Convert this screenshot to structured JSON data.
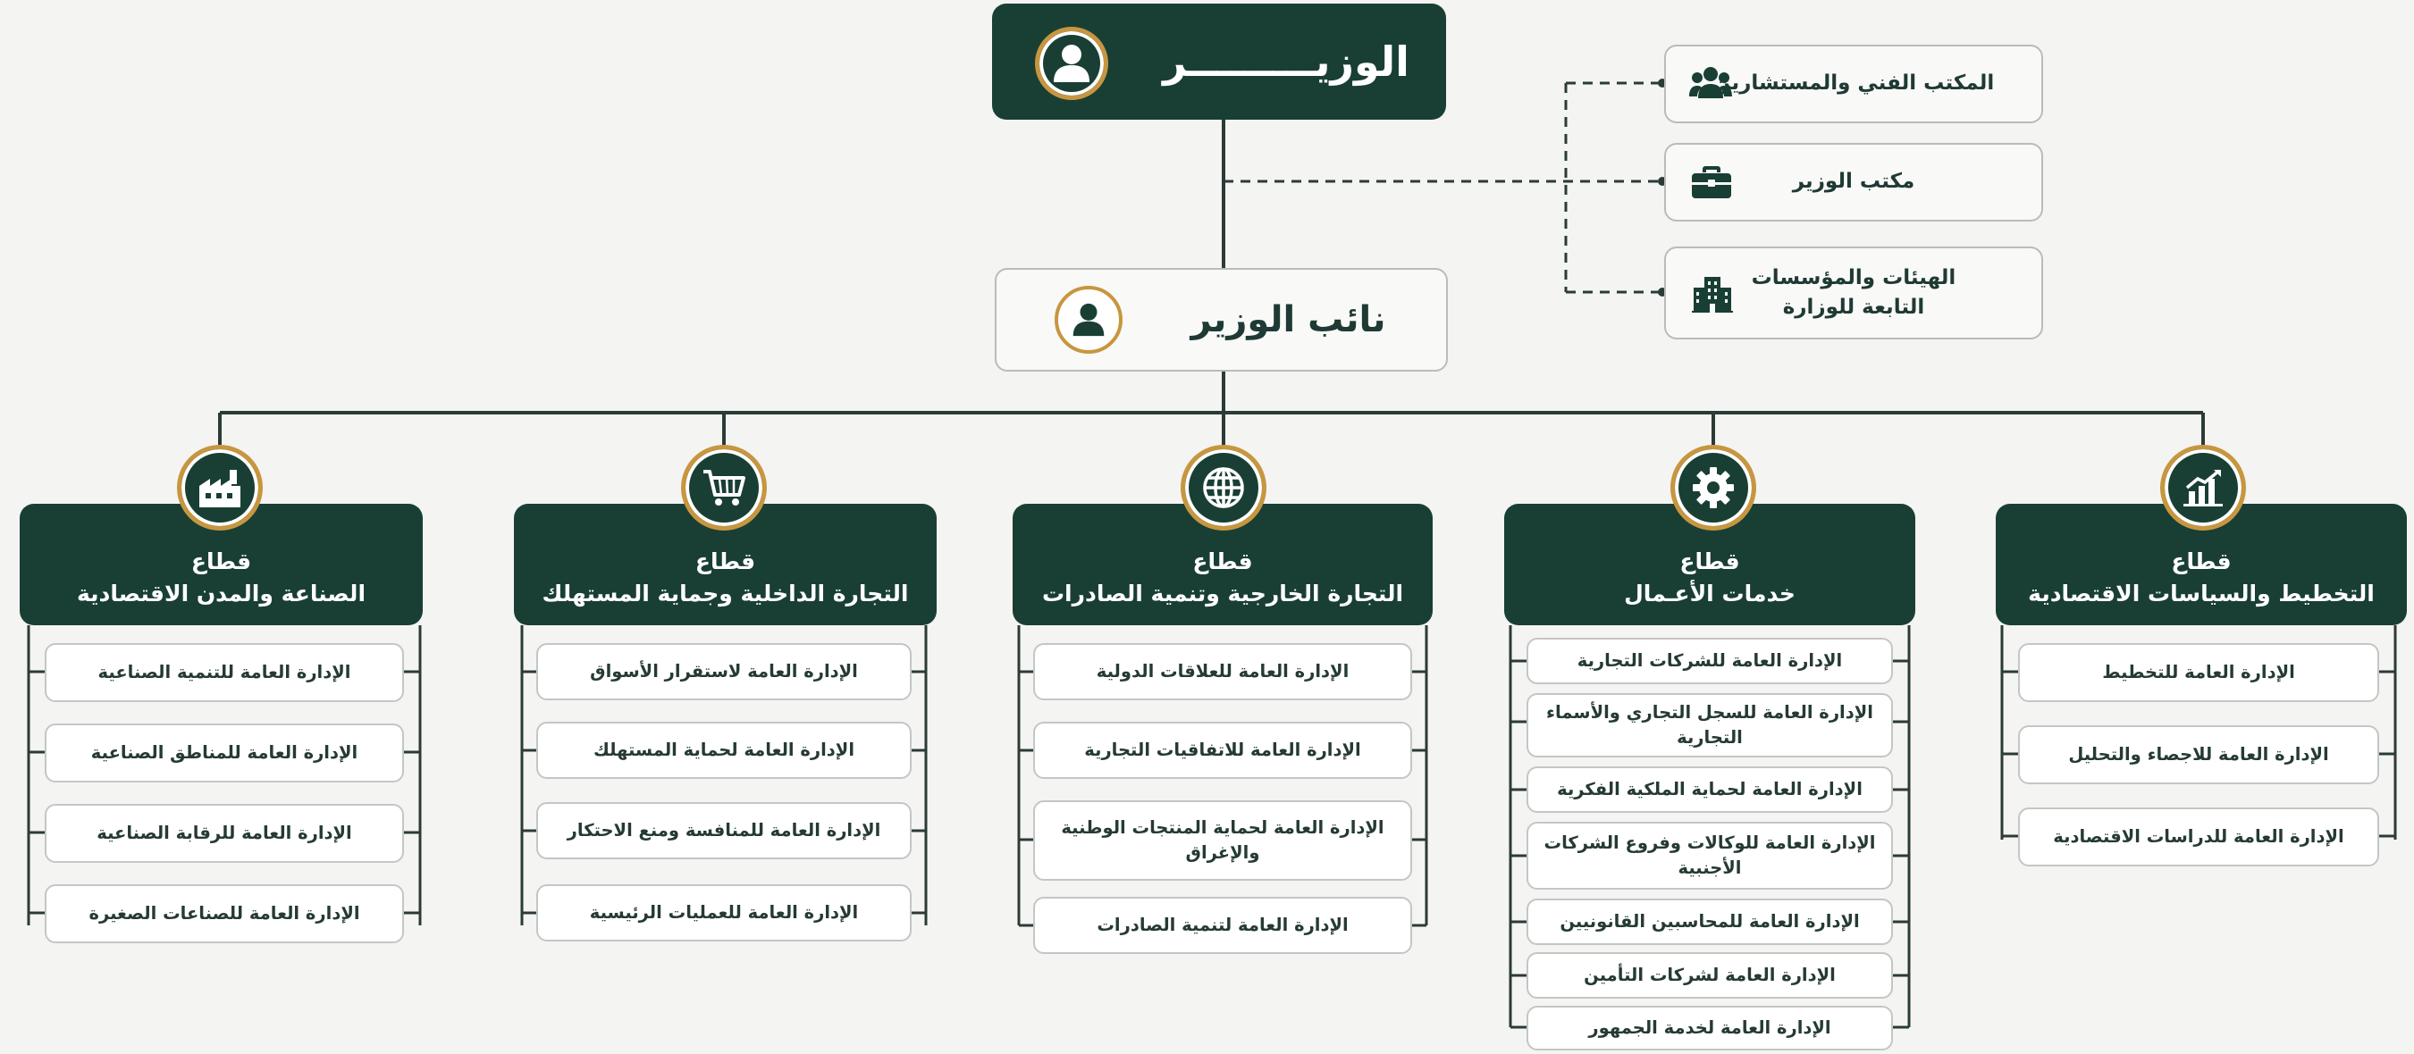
{
  "colors": {
    "dark_green": "#193f35",
    "gold": "#c7963f",
    "line": "#2b3b37",
    "background": "#f4f4f2"
  },
  "top": {
    "minister": {
      "label": "الوزيـــــــــر",
      "icon": "person-icon"
    },
    "deputy": {
      "label": "نائب الوزير",
      "icon": "person-icon"
    }
  },
  "side_offices": [
    {
      "label": "المكتب الفني والمستشارين",
      "icon": "group-icon"
    },
    {
      "label": "مكتب الوزير",
      "icon": "briefcase-icon"
    },
    {
      "label_line1": "الهيئات والمؤسسات",
      "label_line2": "التابعة للوزارة",
      "icon": "buildings-icon"
    }
  ],
  "sectors": [
    {
      "heading": "قطاع",
      "name": "الصناعة والمدن الاقتصادية",
      "icon": "factory-icon",
      "items": [
        "الإدارة العامة للتنمية الصناعية",
        "الإدارة العامة للمناطق الصناعية",
        "الإدارة العامة للرقابة الصناعية",
        "الإدارة العامة للصناعات الصغيرة"
      ]
    },
    {
      "heading": "قطاع",
      "name": "التجارة الداخلية وجماية المستهلك",
      "icon": "shopping-cart-icon",
      "items": [
        "الإدارة العامة لاستقرار الأسواق",
        "الإدارة العامة لحماية المستهلك",
        "الإدارة العامة للمنافسة ومنع الاحتكار",
        "الإدارة العامة للعمليات الرئيسية"
      ]
    },
    {
      "heading": "قطاع",
      "name": "التجارة الخارجية وتنمية الصادرات",
      "icon": "globe-icon",
      "items": [
        "الإدارة العامة للعلاقات الدولية",
        "الإدارة العامة للاتفاقيات التجارية",
        "الإدارة العامة لحماية المنتجات الوطنية والإغراق",
        "الإدارة العامة لتنمية الصادرات"
      ]
    },
    {
      "heading": "قطاع",
      "name": "خدمات الأعـمال",
      "icon": "gear-icon",
      "items": [
        "الإدارة العامة للشركات التجارية",
        "الإدارة العامة للسجل التجاري والأسماء التجارية",
        "الإدارة العامة لحماية الملكية الفكرية",
        "الإدارة العامة للوكالات وفروع الشركات الأجنبية",
        "الإدارة العامة للمحاسبين القانونيين",
        "الإدارة العامة لشركات التأمين",
        "الإدارة العامة لخدمة الجمهور"
      ]
    },
    {
      "heading": "قطاع",
      "name": "التخطيط والسياسات الاقتصادية",
      "icon": "growth-chart-icon",
      "items": [
        "الإدارة العامة للتخطيط",
        "الإدارة العامة للاجصاء والتحليل",
        "الإدارة العامة للدراسات الاقتصادية"
      ]
    }
  ]
}
